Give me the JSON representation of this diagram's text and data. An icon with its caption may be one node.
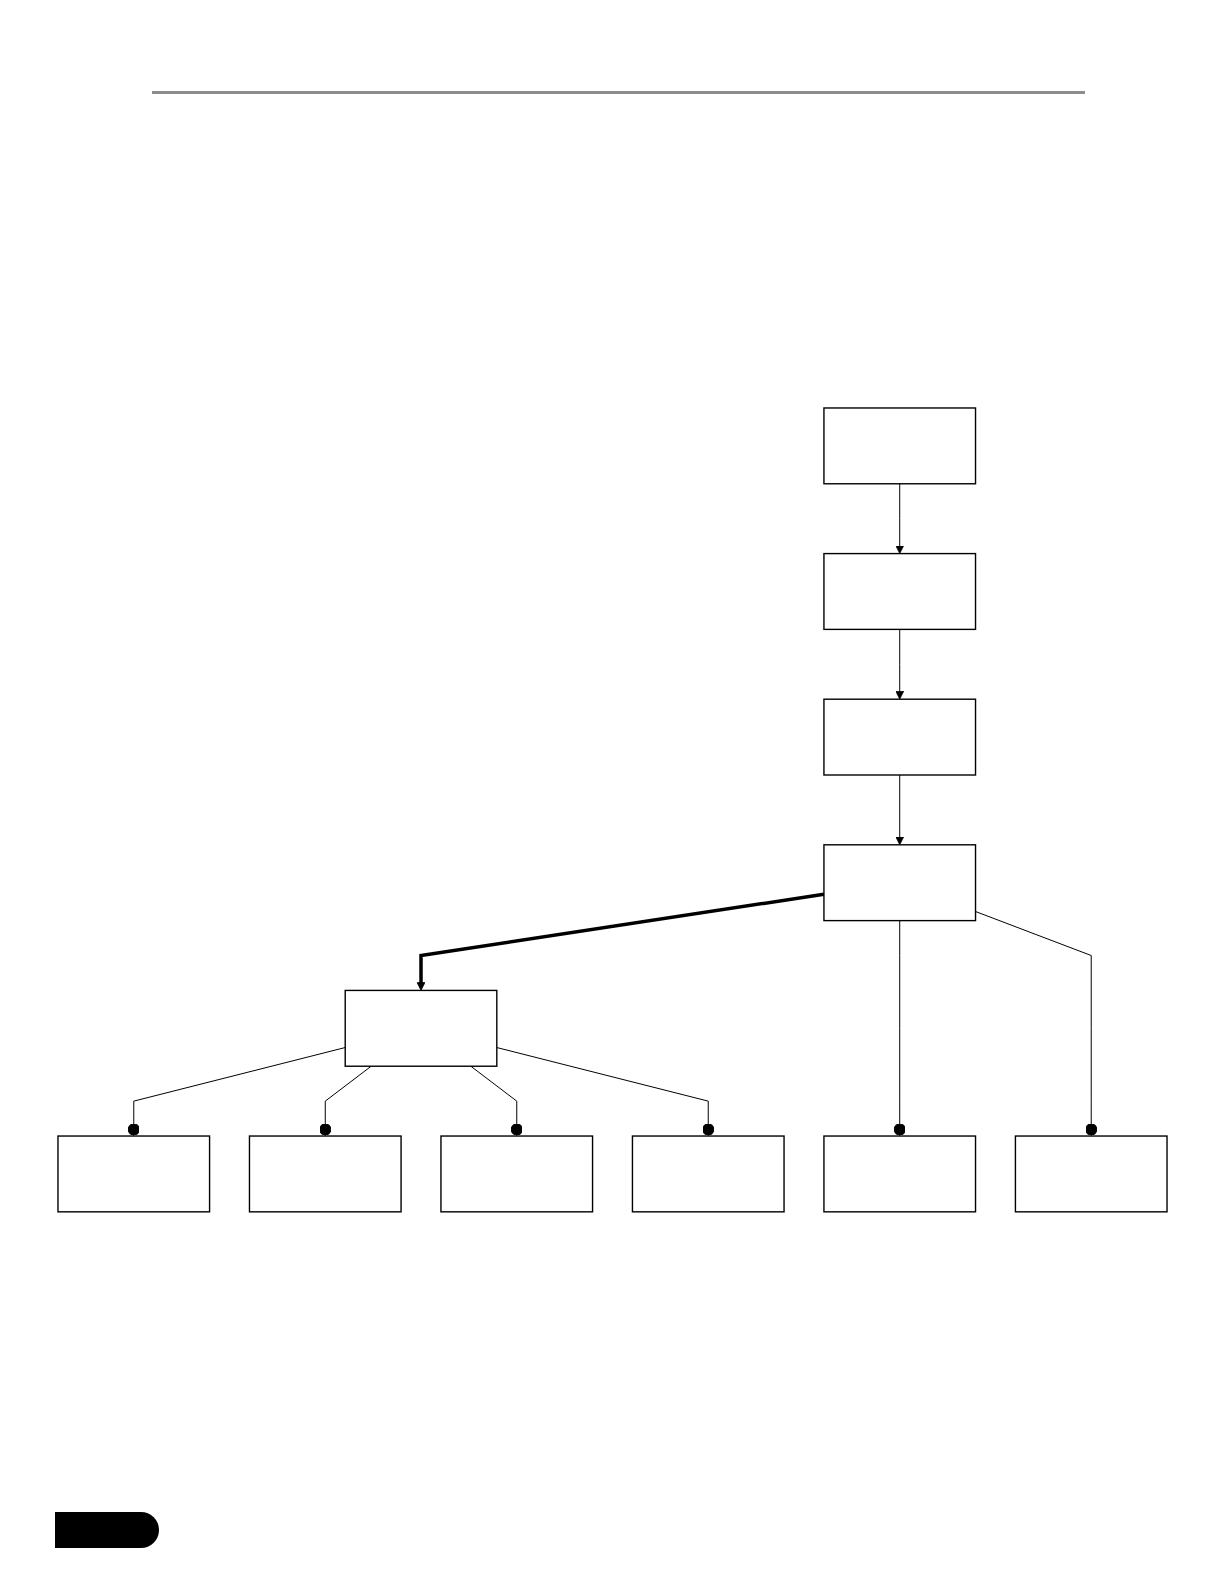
{
  "diagram": {
    "nodes": [
      {
        "text": [],
        "shape": "box"
      },
      {
        "text": [],
        "shape": "box"
      },
      {
        "text": [],
        "shape": "box"
      },
      {
        "text": [],
        "shape": "box"
      },
      {
        "text": [],
        "shape": "box"
      },
      {
        "text": [],
        "shape": "box"
      },
      {
        "text": [],
        "shape": "box"
      },
      {
        "text": [],
        "shape": "box"
      },
      {
        "text": [],
        "shape": "box"
      },
      {
        "text": [],
        "shape": "box"
      },
      {
        "text": [],
        "shape": "box"
      }
    ],
    "edges": [
      {
        "from": 0,
        "to": 1,
        "arrow": "to"
      },
      {
        "from": 1,
        "to": 2,
        "arrow": "to"
      },
      {
        "from": 2,
        "to": 3,
        "arrow": "to"
      },
      {
        "from": 3,
        "to": 4,
        "arrow": "to",
        "style": "thick"
      },
      {
        "from": 4,
        "to": 5,
        "arrow": "other"
      },
      {
        "from": 4,
        "to": 6,
        "arrow": "other"
      },
      {
        "from": 4,
        "to": 7,
        "arrow": "other"
      },
      {
        "from": 4,
        "to": 8,
        "arrow": "other"
      },
      {
        "from": 3,
        "to": 9,
        "arrow": "other"
      },
      {
        "from": 3,
        "to": 10,
        "arrow": "other"
      }
    ]
  }
}
